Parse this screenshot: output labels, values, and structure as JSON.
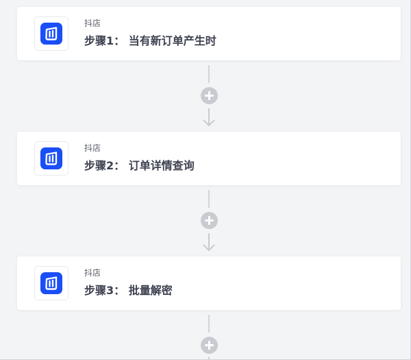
{
  "theme": {
    "brand_color": "#1a4ef7",
    "background": "#f3f4f6",
    "connector_color": "#d2d4d8",
    "add_button_color": "#c8cbd0"
  },
  "steps": [
    {
      "app_name": "抖店",
      "app_icon": "doudian-logo-icon",
      "title": "步骤1： 当有新订单产生时"
    },
    {
      "app_name": "抖店",
      "app_icon": "doudian-logo-icon",
      "title": "步骤2： 订单详情查询"
    },
    {
      "app_name": "抖店",
      "app_icon": "doudian-logo-icon",
      "title": "步骤3： 批量解密"
    }
  ],
  "connectors": [
    {
      "icon": "plus-icon",
      "arrow": "arrow-down-icon"
    },
    {
      "icon": "plus-icon",
      "arrow": "arrow-down-icon"
    },
    {
      "icon": "plus-icon"
    }
  ]
}
